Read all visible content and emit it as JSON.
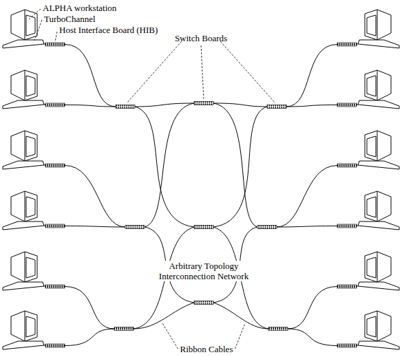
{
  "diagram": {
    "labels": [
      "ALPHA workstation",
      "TurboChannel",
      "Host Interface Board (HIB)",
      "Switch Boards",
      "Arbitrary Topology Interconnection Network",
      "Ribbon Cables"
    ]
  }
}
